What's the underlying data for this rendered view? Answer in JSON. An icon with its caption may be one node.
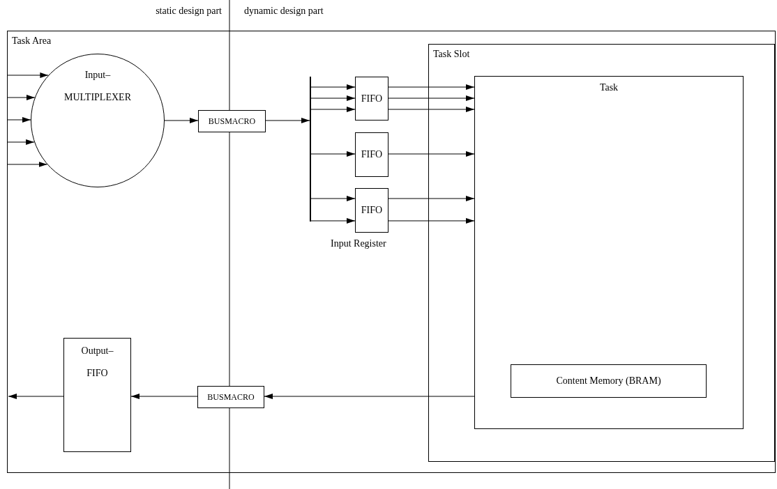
{
  "diagram": {
    "nodes": [
      {
        "text": [
          "Task Area"
        ]
      },
      {
        "text": [
          "Input– MULTIPLEXER"
        ],
        "in": 0
      },
      {
        "text": [
          "BUSMACRO"
        ],
        "in": 0
      },
      {
        "text": [],
        "shape": "bar",
        "in": 0
      },
      {
        "text": [
          "FIFO"
        ],
        "in": 0
      },
      {
        "text": [
          "FIFO"
        ],
        "in": 0
      },
      {
        "text": [
          "FIFO"
        ],
        "in": 0
      },
      {
        "text": [
          "Task Slot"
        ],
        "in": 0
      },
      {
        "text": [
          "Task"
        ],
        "in": 7
      },
      {
        "text": [
          "Content Memory (BRAM)"
        ],
        "in": 8
      },
      {
        "text": [
          "Output– FIFO"
        ],
        "in": 0
      },
      {
        "text": [
          "BUSMACRO"
        ],
        "in": 0
      }
    ],
    "edges": [
      {
        "from": null,
        "to": 1,
        "arrow": "to"
      },
      {
        "from": null,
        "to": 1,
        "arrow": "to"
      },
      {
        "from": null,
        "to": 1,
        "arrow": "to"
      },
      {
        "from": null,
        "to": 1,
        "arrow": "to"
      },
      {
        "from": null,
        "to": 1,
        "arrow": "to"
      },
      {
        "from": 1,
        "to": 2,
        "arrow": "to"
      },
      {
        "from": 2,
        "to": 3,
        "arrow": "to"
      },
      {
        "from": 3,
        "to": 4,
        "arrow": "to"
      },
      {
        "from": 3,
        "to": 4,
        "arrow": "to"
      },
      {
        "from": 3,
        "to": 4,
        "arrow": "to"
      },
      {
        "from": 3,
        "to": 5,
        "arrow": "to"
      },
      {
        "from": 3,
        "to": 6,
        "arrow": "to"
      },
      {
        "from": 3,
        "to": 6,
        "arrow": "to"
      },
      {
        "from": 4,
        "to": 8,
        "arrow": "to"
      },
      {
        "from": 4,
        "to": 8,
        "arrow": "to"
      },
      {
        "from": 4,
        "to": 8,
        "arrow": "to"
      },
      {
        "from": 5,
        "to": 8,
        "arrow": "to"
      },
      {
        "from": 6,
        "to": 8,
        "arrow": "to"
      },
      {
        "from": 6,
        "to": 8,
        "arrow": "to"
      },
      {
        "from": 8,
        "to": 11,
        "arrow": "to"
      },
      {
        "from": 11,
        "to": 10,
        "arrow": "to"
      },
      {
        "from": 10,
        "to": null,
        "arrow": "to"
      }
    ],
    "labels": [
      "static design part",
      "dynamic design part",
      "Input Register"
    ]
  }
}
